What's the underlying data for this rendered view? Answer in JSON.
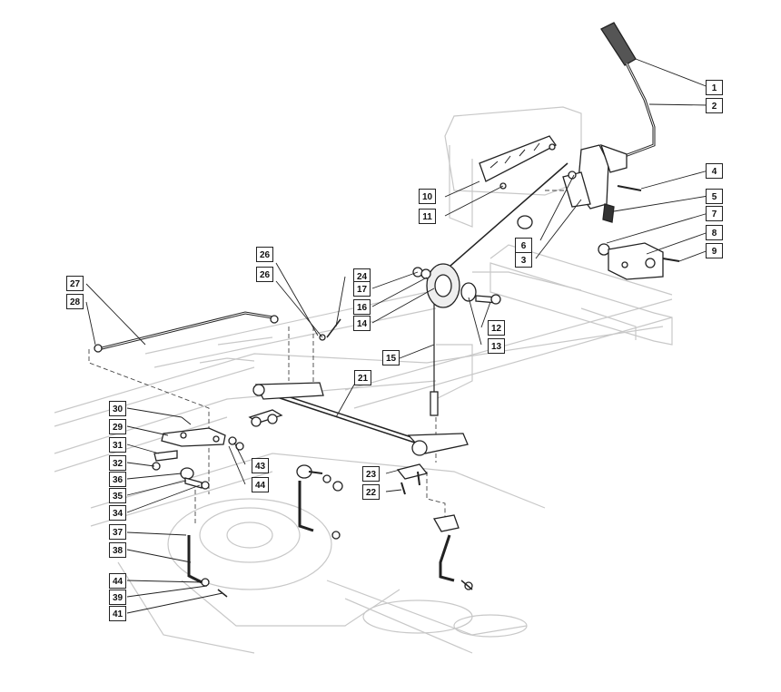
{
  "callouts": [
    {
      "id": "c1",
      "text": "1"
    },
    {
      "id": "c2",
      "text": "2"
    },
    {
      "id": "c4",
      "text": "4"
    },
    {
      "id": "c5",
      "text": "5"
    },
    {
      "id": "c7",
      "text": "7"
    },
    {
      "id": "c8",
      "text": "8"
    },
    {
      "id": "c9",
      "text": "9"
    },
    {
      "id": "c6",
      "text": "6"
    },
    {
      "id": "c3",
      "text": "3"
    },
    {
      "id": "c10",
      "text": "10"
    },
    {
      "id": "c11",
      "text": "11"
    },
    {
      "id": "c24",
      "text": "24"
    },
    {
      "id": "c17",
      "text": "17"
    },
    {
      "id": "c16",
      "text": "16"
    },
    {
      "id": "c14",
      "text": "14"
    },
    {
      "id": "c12",
      "text": "12"
    },
    {
      "id": "c13",
      "text": "13"
    },
    {
      "id": "c15",
      "text": "15"
    },
    {
      "id": "c26a",
      "text": "26"
    },
    {
      "id": "c26b",
      "text": "26"
    },
    {
      "id": "c27",
      "text": "27"
    },
    {
      "id": "c28",
      "text": "28"
    },
    {
      "id": "c21",
      "text": "21"
    },
    {
      "id": "c30",
      "text": "30"
    },
    {
      "id": "c29",
      "text": "29"
    },
    {
      "id": "c31",
      "text": "31"
    },
    {
      "id": "c32",
      "text": "32"
    },
    {
      "id": "c36",
      "text": "36"
    },
    {
      "id": "c35",
      "text": "35"
    },
    {
      "id": "c34",
      "text": "34"
    },
    {
      "id": "c43",
      "text": "43"
    },
    {
      "id": "c44a",
      "text": "44"
    },
    {
      "id": "c23",
      "text": "23"
    },
    {
      "id": "c22",
      "text": "22"
    },
    {
      "id": "c37",
      "text": "37"
    },
    {
      "id": "c38",
      "text": "38"
    },
    {
      "id": "c44b",
      "text": "44"
    },
    {
      "id": "c39",
      "text": "39"
    },
    {
      "id": "c41",
      "text": "41"
    }
  ]
}
